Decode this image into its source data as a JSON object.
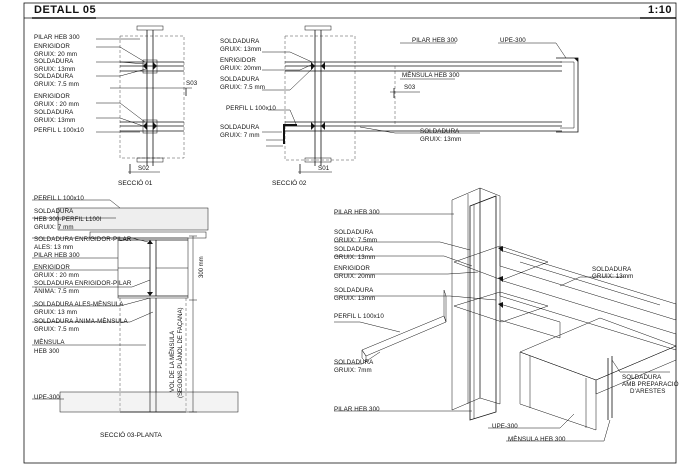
{
  "header": {
    "title": "DETALL 05",
    "scale": "1:10"
  },
  "seccio01": {
    "caption": "SECCIÓ 01",
    "labels": [
      "PILAR HEB 300",
      "ENRIGIDOR",
      "GRUIX: 20 mm",
      "SOLDADURA",
      "GRUIX: 13mm",
      "SOLDADURA",
      "GRUIX: 7.5 mm",
      "ENRIGIDOR",
      "GRUIX : 20 mm",
      "SOLDADURA",
      "GRUIX: 13mm",
      "PERFIL L 100x10"
    ],
    "tag_s03": "S03",
    "tag_s02": "S02"
  },
  "seccio02": {
    "caption": "SECCIÓ 02",
    "labels": [
      "SOLDADURA",
      "GRUIX: 13mm",
      "ENRIGIDOR",
      "GRUIX: 20mm",
      "SOLDADURA",
      "GRUIX: 7.5 mm",
      "PERFIL L 100x10",
      "SOLDADURA",
      "GRUIX: 7 mm"
    ],
    "pilar": "PILAR HEB 300",
    "upe": "UPE-300",
    "mensula": "MÈNSULA HEB 300",
    "sold_r1": "SOLDADURA",
    "sold_r2": "GRUIX: 13mm",
    "tag_s03": "S03",
    "tag_s01": "S01"
  },
  "seccio03": {
    "caption": "SECCIÓ 03-PLANTA",
    "labels": [
      "PERFIL L 100x10",
      "SOLDADURA",
      "HEB 300-PERFIL L100l",
      "GRUIX: 7 mm",
      "SOLDADURA ENRIGIDOR-PILAR",
      "ALES: 13 mm",
      "PILAR HEB 300",
      "ENRIGIDOR",
      "GRUIX : 20 mm",
      "SOLDADURA ENRIGIDOR-PILAR",
      "ÀNIMA: 7.5 mm",
      "SOLDADURA ALES-MÈNSULA",
      "GRUIX: 13 mm",
      "SOLDADURA ÀNIMA-MÈNSULA",
      "GRUIX: 7.5 mm",
      "MÈNSULA",
      "HEB 300",
      "UPE-300"
    ],
    "dim": "300 mm",
    "vol1": "VOL DE LA MÈNSULA",
    "vol2": "(SEGONS PLÀNOL DE FAÇANA)"
  },
  "iso": {
    "left_labels": [
      "PILAR HEB 300",
      "SOLDADURA",
      "GRUIX: 7.5mm",
      "SOLDADURA",
      "GRUIX: 13mm",
      "ENRIGIDOR",
      "GRUIX: 20mm",
      "SOLDADURA",
      "GRUIX: 13mm",
      "PERFIL L 100x10",
      "SOLDADURA",
      "GRUIX: 7mm",
      "PILAR HEB 300"
    ],
    "right1": "SOLDADURA",
    "right2": "GRUIX: 13mm",
    "right3": "SOLDADURA",
    "right4": "AMB PREPARACIÓ",
    "right5": "D'ARESTES",
    "upe": "UPE-300",
    "mensula": "MÈNSULA HEB 300"
  }
}
